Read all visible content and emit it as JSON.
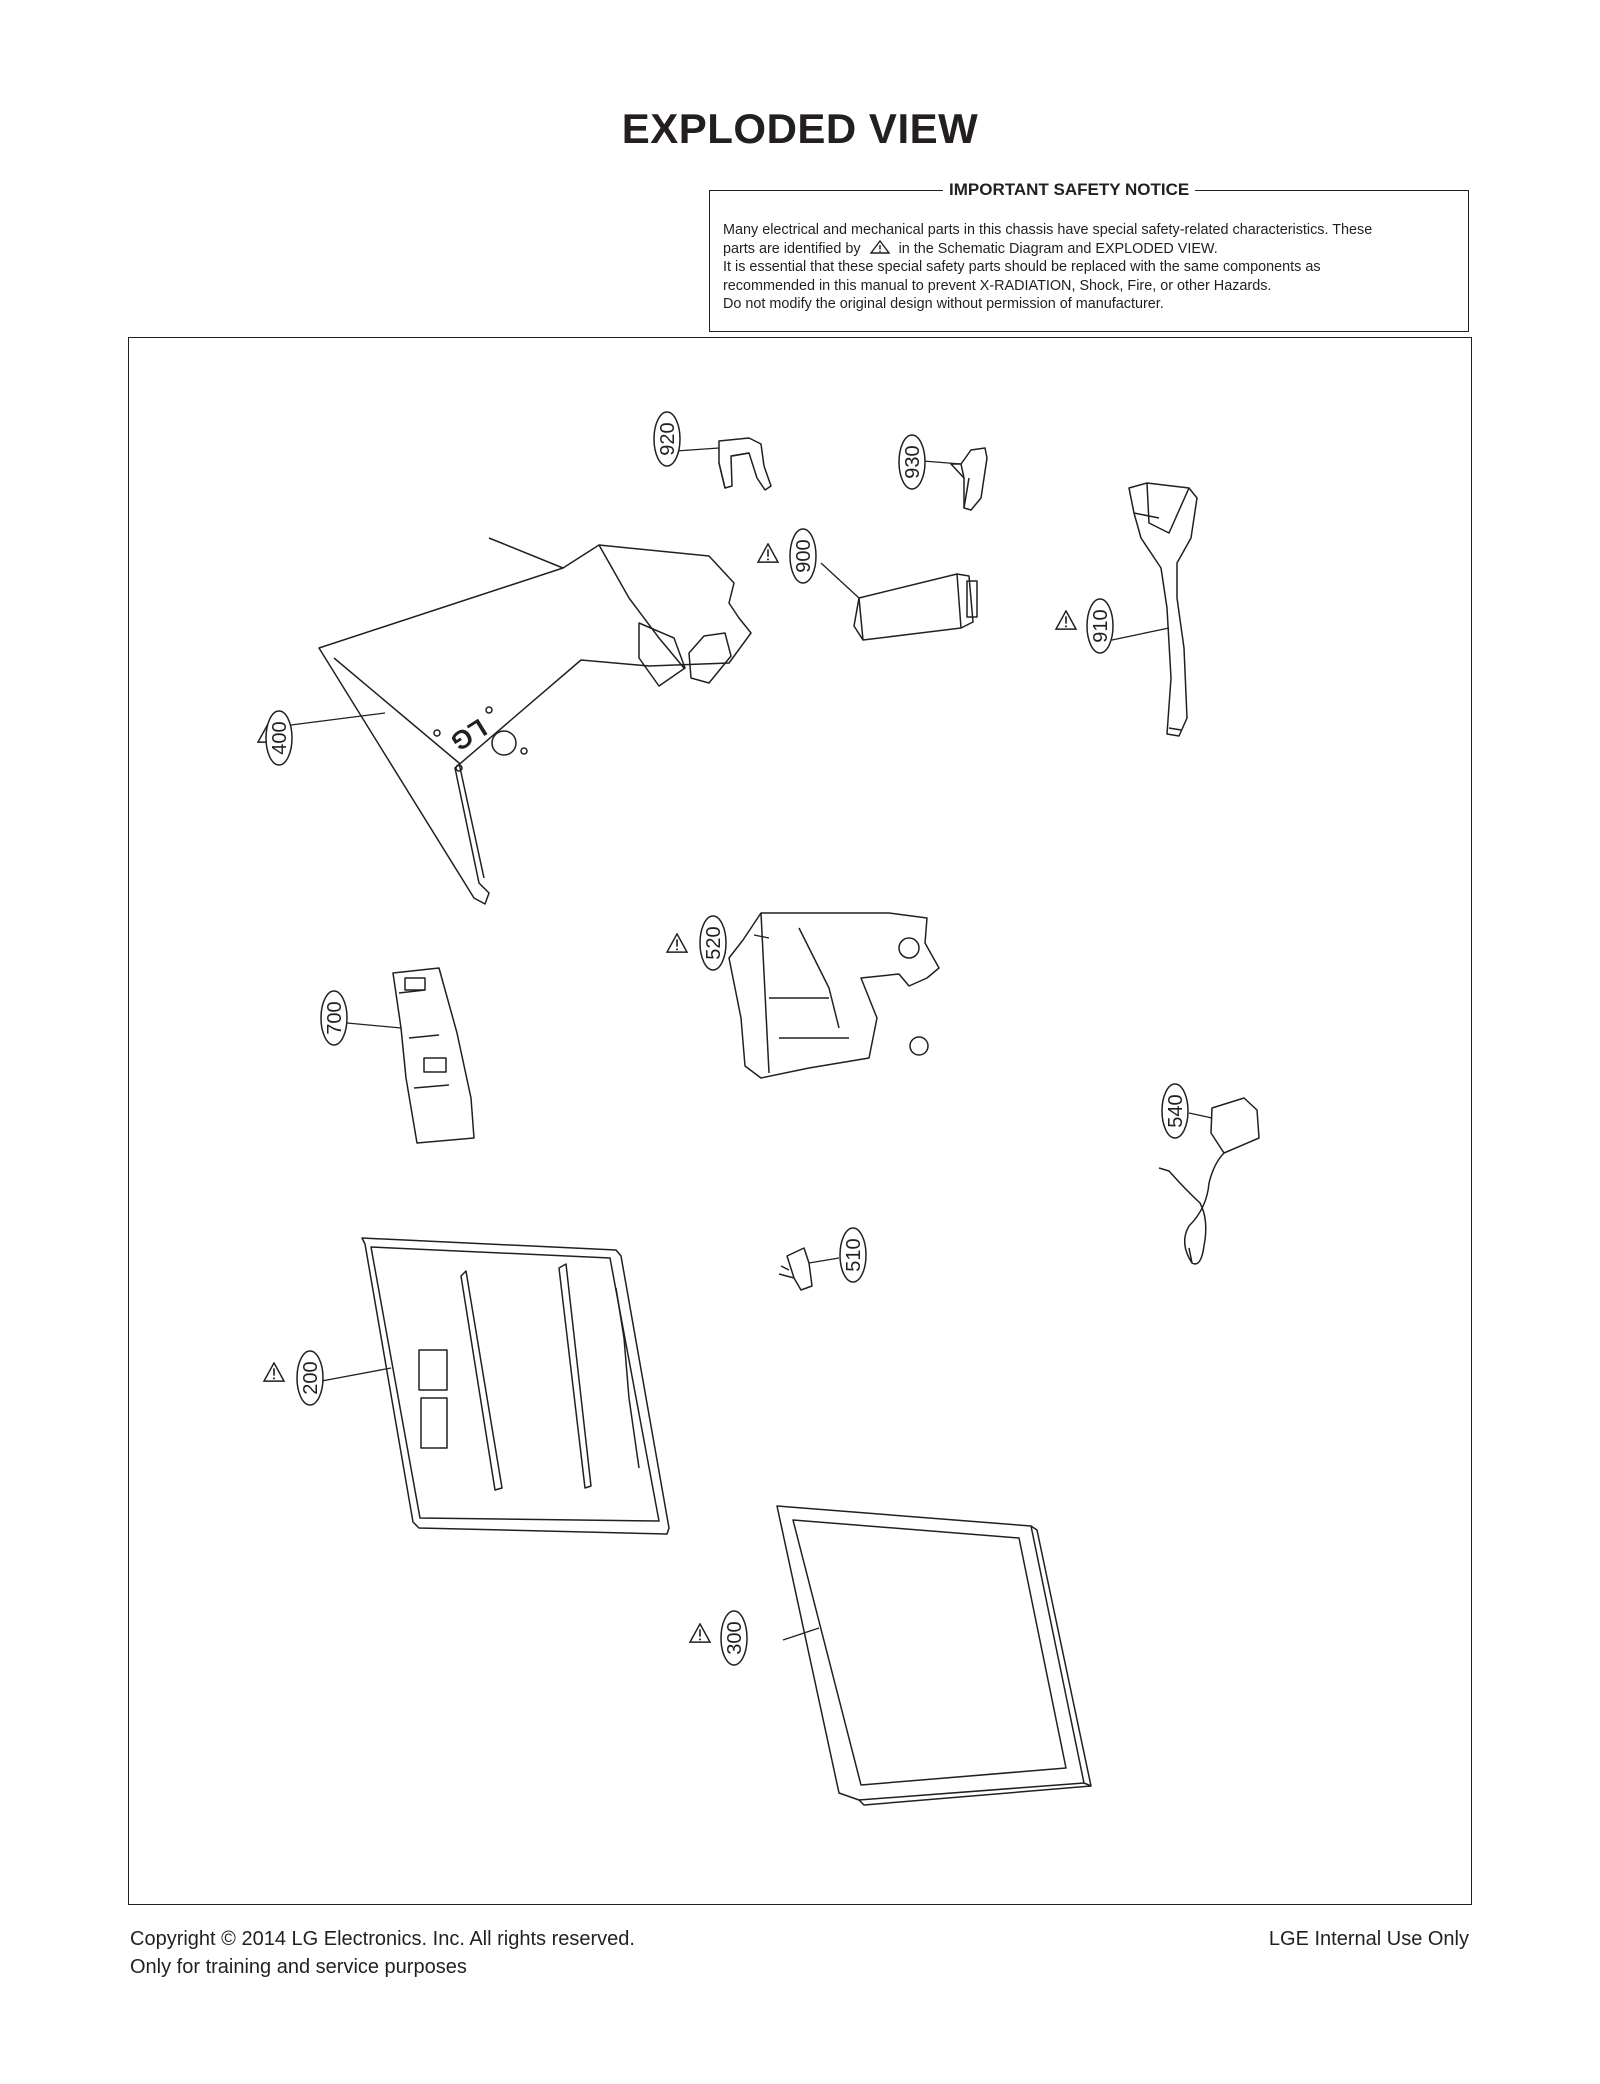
{
  "page": {
    "title": "EXPLODED VIEW"
  },
  "notice": {
    "title": "IMPORTANT SAFETY NOTICE",
    "line1": "Many electrical and mechanical parts in this chassis have special safety-related characteristics. These",
    "line2_before_icon": "parts are identified by",
    "line2_after_icon": "in the Schematic Diagram and EXPLODED VIEW.",
    "line3": "It is essential that these special safety parts should be replaced with the same components as",
    "line4": "recommended in this manual to prevent X-RADIATION, Shock, Fire, or other Hazards.",
    "line5": "Do not modify the original design without permission of manufacturer.",
    "icon": "warning-triangle-icon"
  },
  "diagram": {
    "logo_text": "LG",
    "parts": [
      {
        "id": "920",
        "safety": false
      },
      {
        "id": "930",
        "safety": false
      },
      {
        "id": "900",
        "safety": true
      },
      {
        "id": "910",
        "safety": true
      },
      {
        "id": "400",
        "safety": true
      },
      {
        "id": "520",
        "safety": true
      },
      {
        "id": "700",
        "safety": false
      },
      {
        "id": "540",
        "safety": false
      },
      {
        "id": "510",
        "safety": false
      },
      {
        "id": "200",
        "safety": true
      },
      {
        "id": "300",
        "safety": true
      }
    ]
  },
  "footer": {
    "copyright": "Copyright  © 2014  LG Electronics. Inc. All rights reserved.",
    "purpose": "Only for training and service purposes",
    "internal": "LGE Internal Use Only"
  }
}
